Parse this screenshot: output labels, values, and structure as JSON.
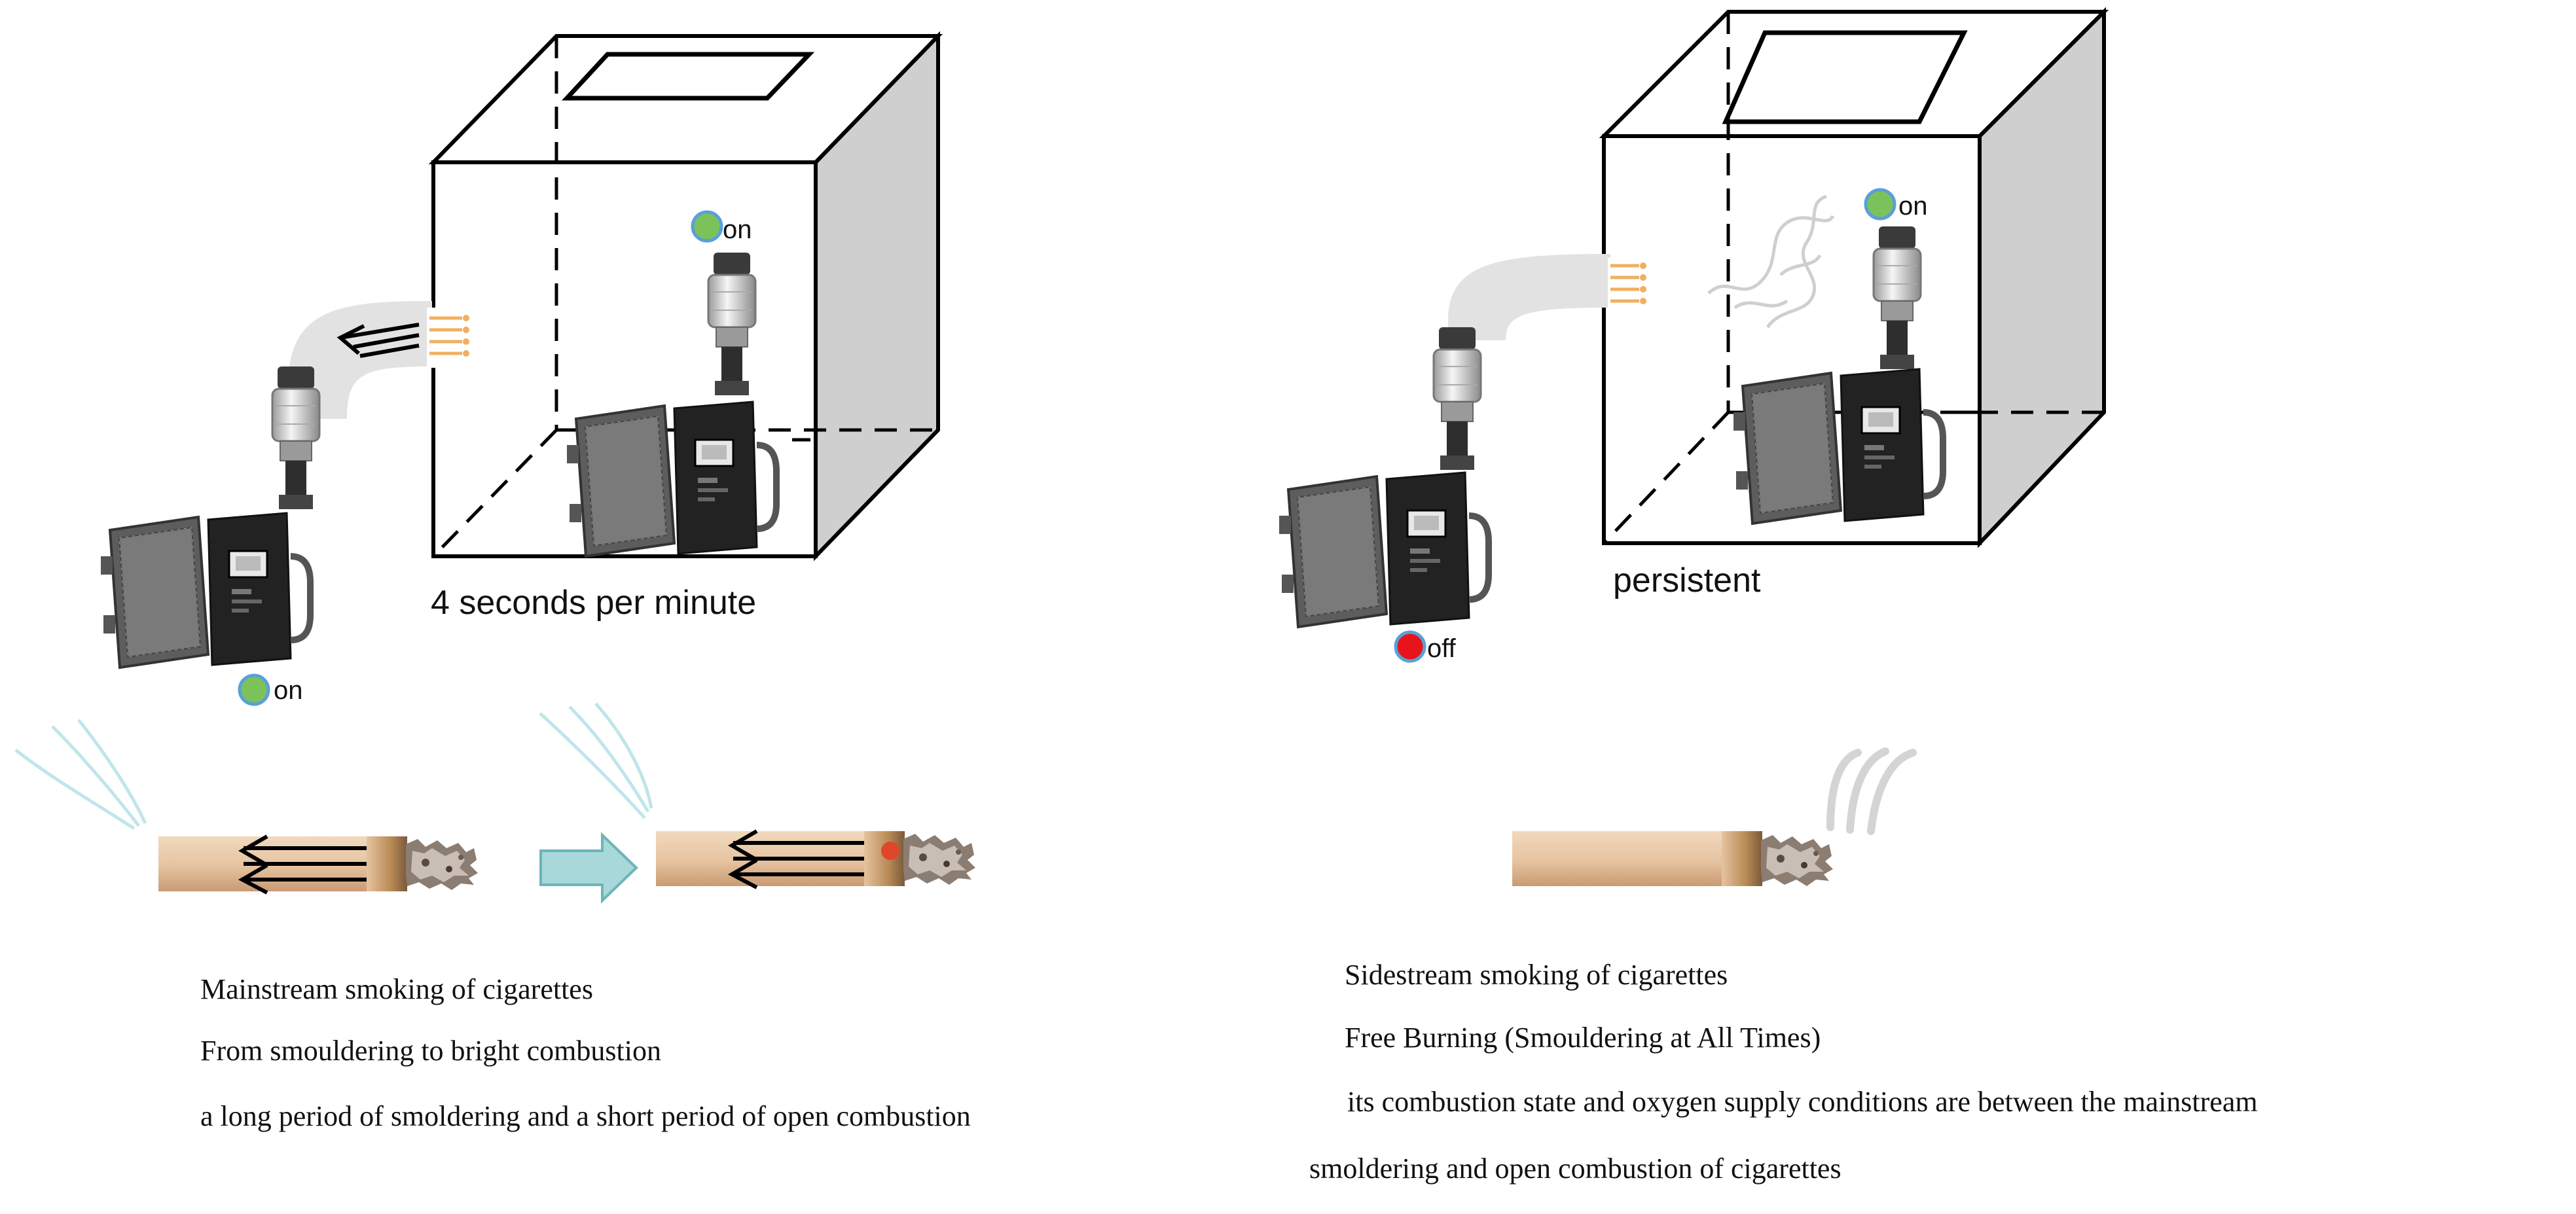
{
  "left_panel": {
    "pump_inside_status": "on",
    "pump_outside_status": "on",
    "timing_label": "4 seconds per minute",
    "captions": [
      "Mainstream smoking of cigarettes",
      "From smouldering to bright combustion",
      "a long period of smoldering and a short period of open combustion"
    ]
  },
  "right_panel": {
    "pump_inside_status": "on",
    "pump_outside_status": "off",
    "timing_label": "persistent",
    "captions": [
      "Sidestream smoking of cigarettes",
      "Free Burning (Smouldering at All Times)",
      "its combustion state and oxygen supply conditions are between the mainstream",
      "smoldering and open combustion of cigarettes"
    ]
  },
  "colors": {
    "status_on": "#7cc25a",
    "status_on_ring": "#5aa0d8",
    "status_off": "#e8141c",
    "box_side": "#cfcfcf",
    "tube": "#e2e2e2",
    "cigarette_paper": "#e9c9a6",
    "transition_arrow": "#a8d8da",
    "smoke_light": "#bfe6ea"
  }
}
